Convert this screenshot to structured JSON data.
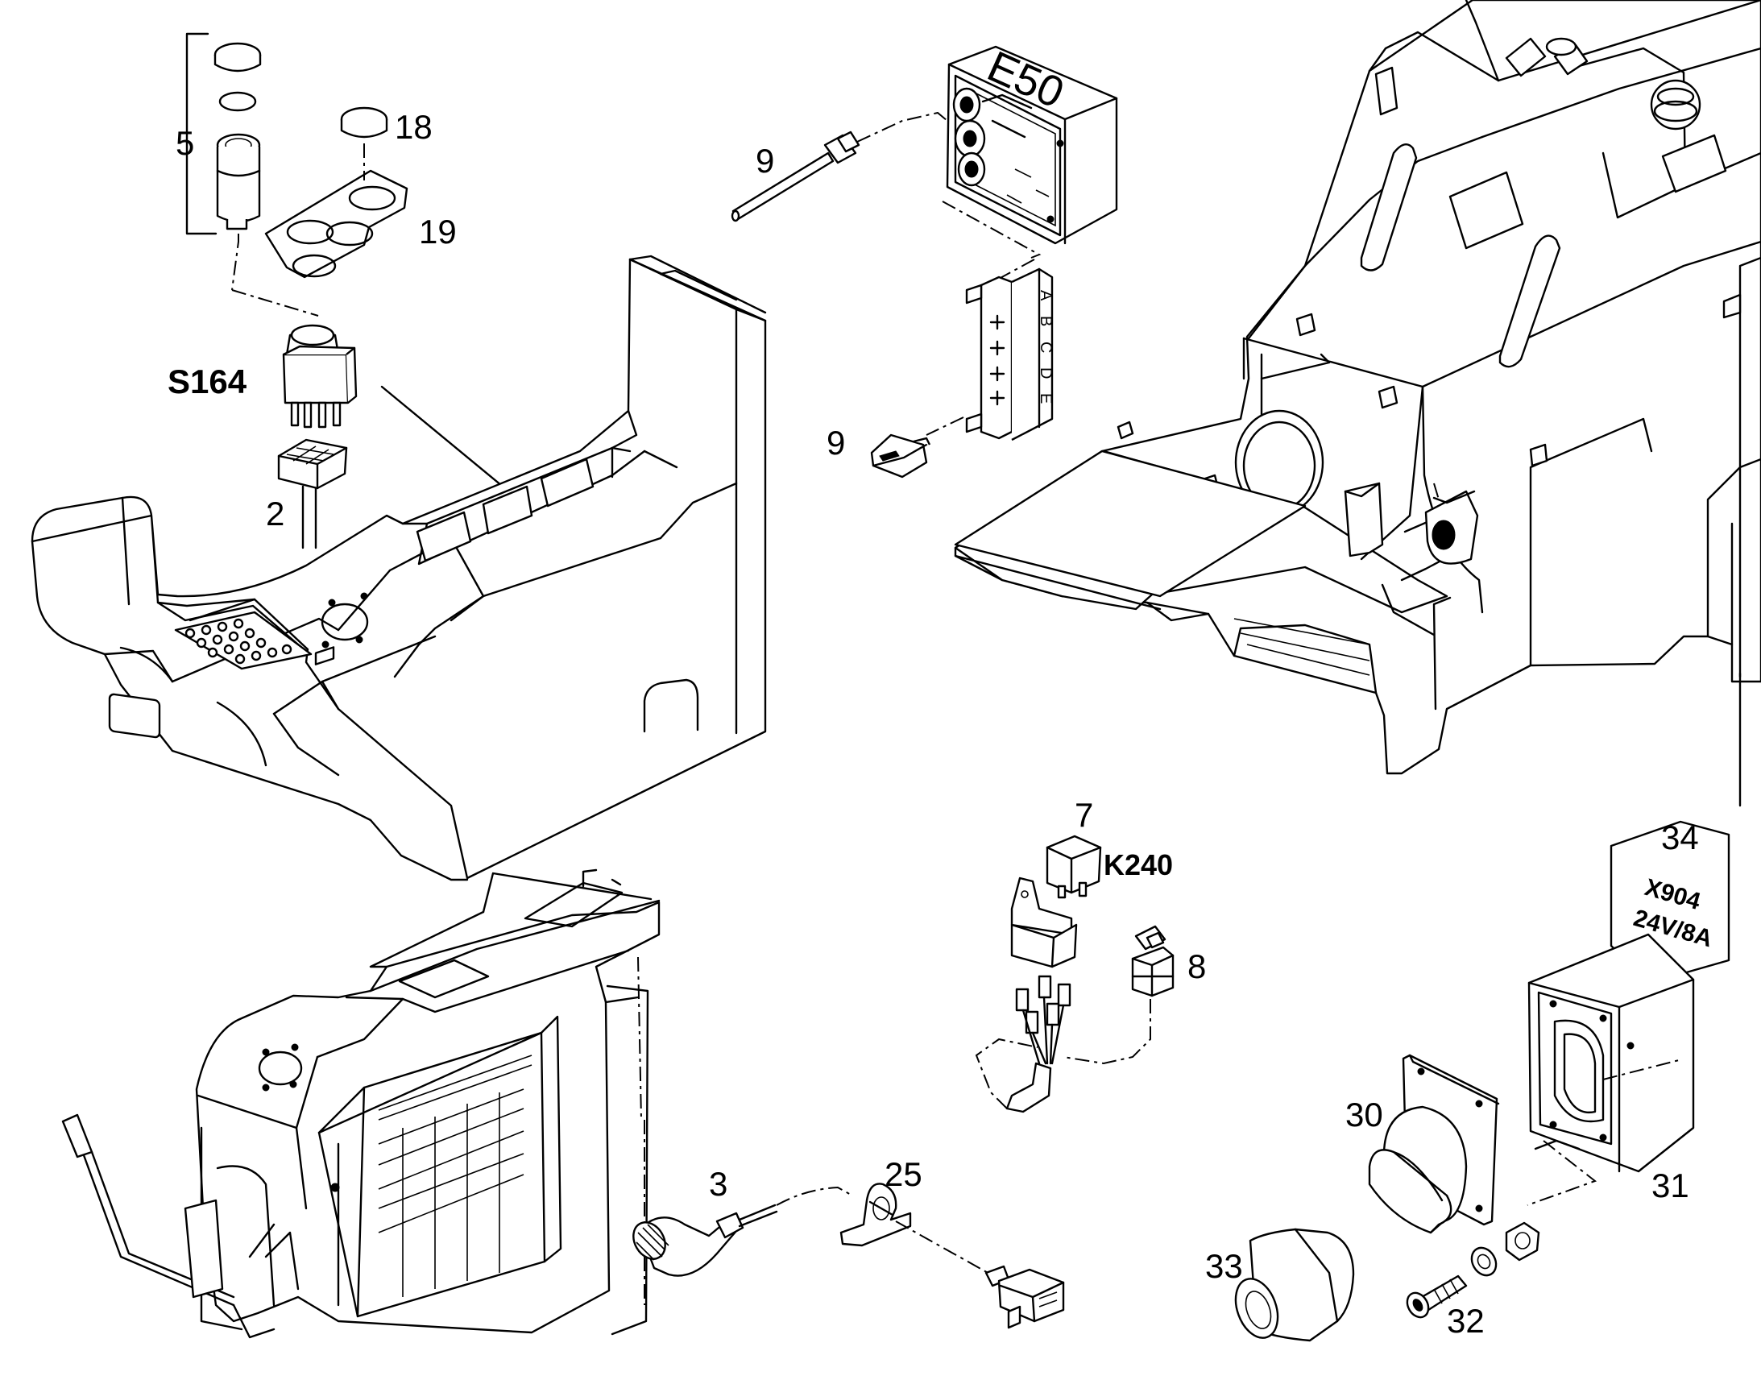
{
  "callouts": {
    "c5": "5",
    "c18": "18",
    "c19": "19",
    "s164": "S164",
    "c2": "2",
    "c9a": "9",
    "c9b": "9",
    "e50": "E50",
    "c7": "7",
    "k240": "K240",
    "c8": "8",
    "c34": "34",
    "plate_line1": "X904",
    "plate_line2": "24V/8A",
    "c30": "30",
    "c31": "31",
    "c3": "3",
    "c25": "25",
    "c33": "33",
    "c32": "32"
  },
  "connector_letters": [
    "A",
    "B",
    "C",
    "D",
    "E"
  ]
}
